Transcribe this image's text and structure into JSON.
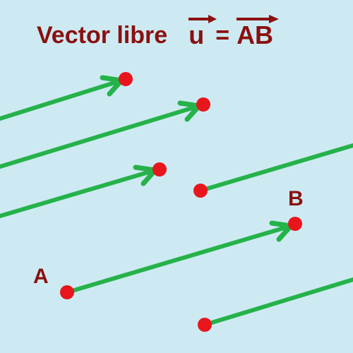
{
  "title": {
    "text": "Vector libre",
    "vector_symbol": "u",
    "equals": "=",
    "segment": "AB"
  },
  "points": {
    "start_label": "A",
    "end_label": "B"
  },
  "colors": {
    "background": "#cdeaf2",
    "vector": "#25b24a",
    "endpoint": "#e8161c",
    "text": "#8a1010"
  }
}
